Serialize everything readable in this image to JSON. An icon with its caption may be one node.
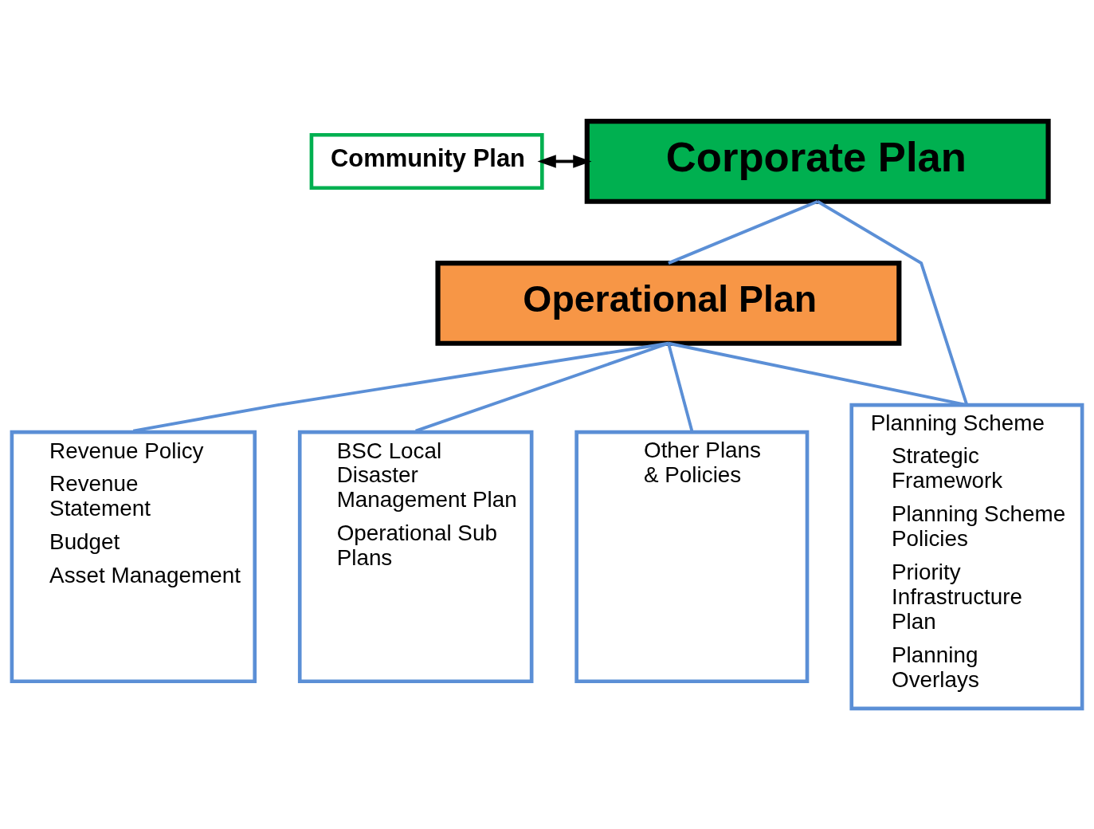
{
  "diagram": {
    "nodes": [
      {
        "text": [
          "Community Plan"
        ]
      },
      {
        "text": [
          "Corporate Plan"
        ]
      },
      {
        "text": [
          "Operational Plan"
        ]
      },
      {
        "text": [
          "Revenue Policy",
          "Revenue Statement",
          "Budget",
          "Asset Management"
        ]
      },
      {
        "text": [
          "BSC Local Disaster Management Plan",
          "Operational Sub Plans"
        ]
      },
      {
        "text": [
          "Other Plans & Policies"
        ]
      },
      {
        "text": [
          "Planning Scheme",
          "Strategic Framework",
          "Planning Scheme Policies",
          "Priority Infrastructure Plan",
          "Planning Overlays"
        ]
      }
    ],
    "edges": [
      {
        "from": 0,
        "to": 1,
        "arrow": "both",
        "color": "#000000"
      },
      {
        "from": 1,
        "to": 2,
        "arrow": "none"
      },
      {
        "from": 2,
        "to": 3,
        "arrow": "none"
      },
      {
        "from": 2,
        "to": 4,
        "arrow": "none"
      },
      {
        "from": 2,
        "to": 5,
        "arrow": "none"
      },
      {
        "from": 2,
        "to": 6,
        "arrow": "none"
      },
      {
        "from": 1,
        "to": 6,
        "arrow": "none"
      }
    ]
  }
}
